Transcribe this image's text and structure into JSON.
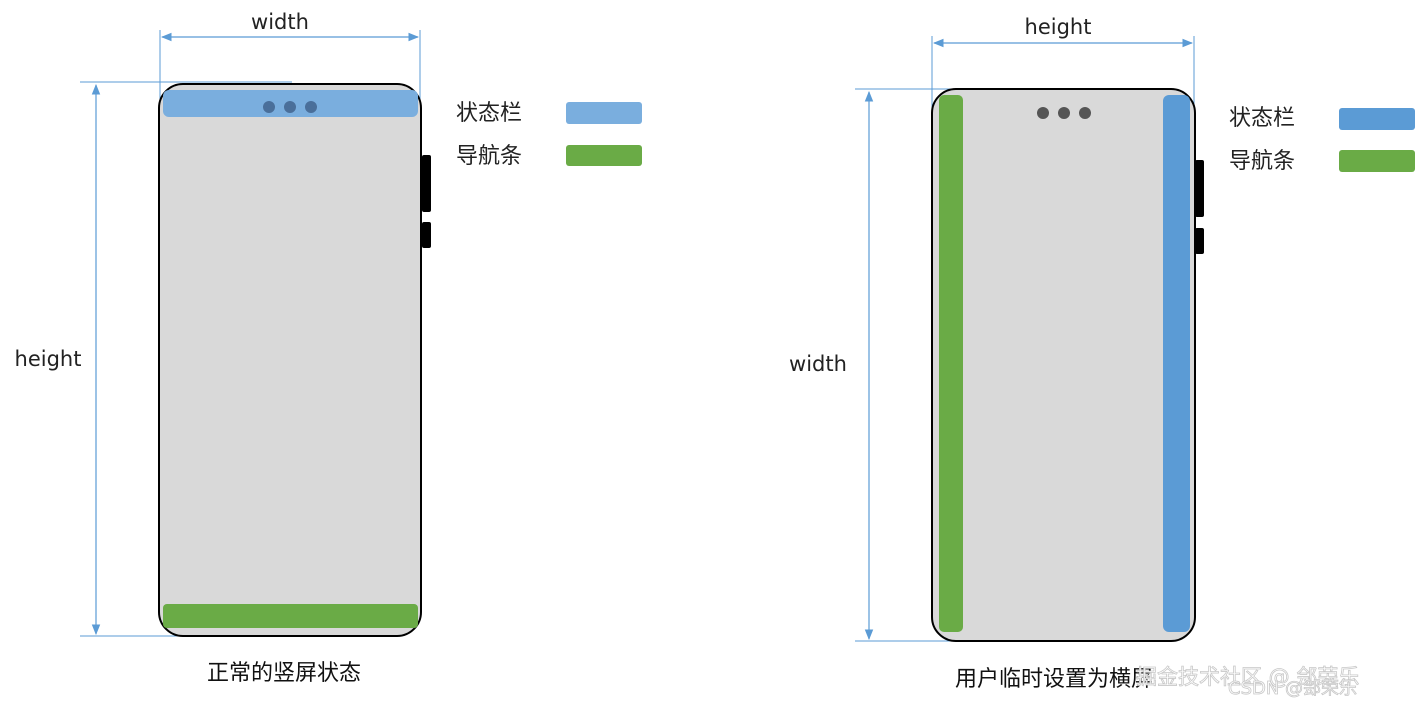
{
  "left_panel": {
    "dim_top": "width",
    "dim_side": "height",
    "legend": [
      {
        "label": "状态栏",
        "color": "#7aaede"
      },
      {
        "label": "导航条",
        "color": "#6aab46"
      }
    ],
    "caption": "正常的竖屏状态"
  },
  "right_panel": {
    "dim_top": "height",
    "dim_side": "width",
    "legend": [
      {
        "label": "状态栏",
        "color": "#5b9bd5"
      },
      {
        "label": "导航条",
        "color": "#6aab46"
      }
    ],
    "caption": "用户临时设置为横屏"
  },
  "watermarks": [
    "掘金技术社区 @ 郐荣乐",
    "CSDN @郐荣乐"
  ],
  "colors": {
    "screen": "#d9d9d9",
    "dimension_line": "#5b9bd5",
    "phone_outline": "#000000",
    "camera_dot_left": "#4a6f9a",
    "camera_dot_right": "#555555"
  }
}
